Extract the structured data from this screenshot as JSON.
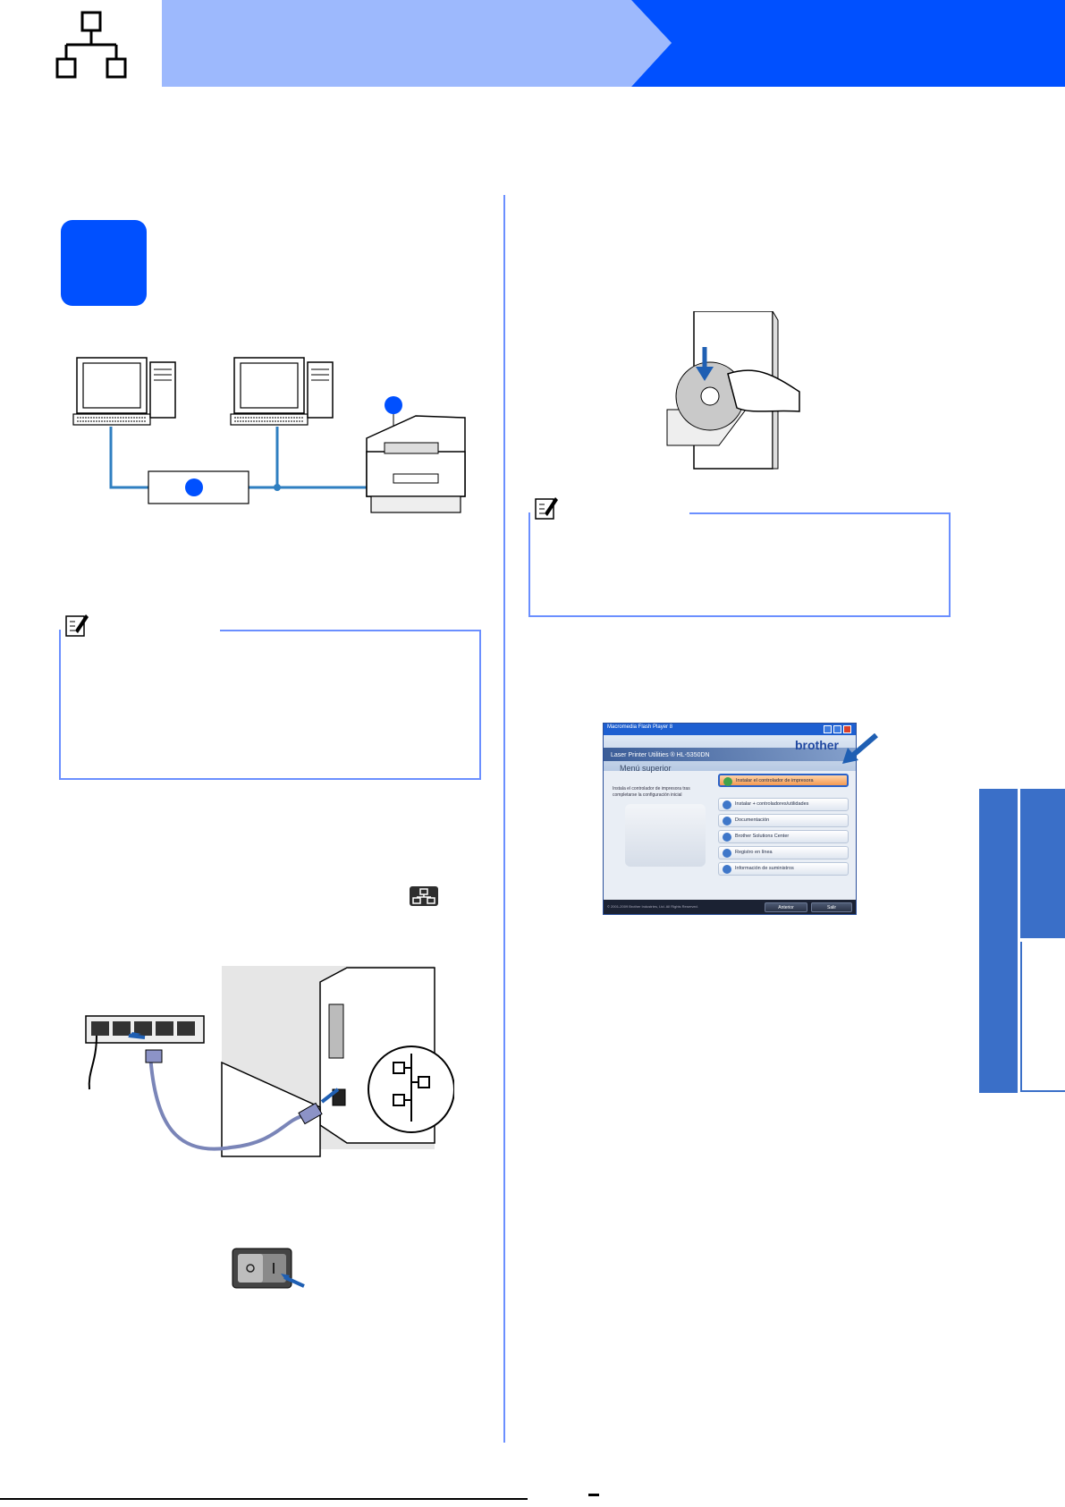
{
  "header": {
    "light_color": "#9db9fd",
    "dark_color": "#0050ff",
    "icon": "network-icon"
  },
  "labels": {
    "callout_printer": "",
    "callout_hub": ""
  },
  "installer": {
    "title": "Macromedia Flash Player 8",
    "brand": "brother",
    "product": "Laser Printer Utilities ® HL-5350DN",
    "menu_title": "Menú superior",
    "description": "Instala el controlador de impresora tras completarse la configuración inicial",
    "items": [
      "Instalar el controlador de impresora",
      "Instalar + controladores/utilidades",
      "Documentación",
      "Brother Solutions Center",
      "Registro en línea",
      "Información de suministros"
    ],
    "copyright": "© 2001-2009 Brother Industries, Ltd. All Rights Reserved.",
    "back_button": "Anterior",
    "exit_button": "Salir"
  },
  "colors": {
    "accent": "#0050ff",
    "frame": "#6b8fff",
    "tab": "#3a6fc8",
    "line": "#2f7fc1"
  }
}
